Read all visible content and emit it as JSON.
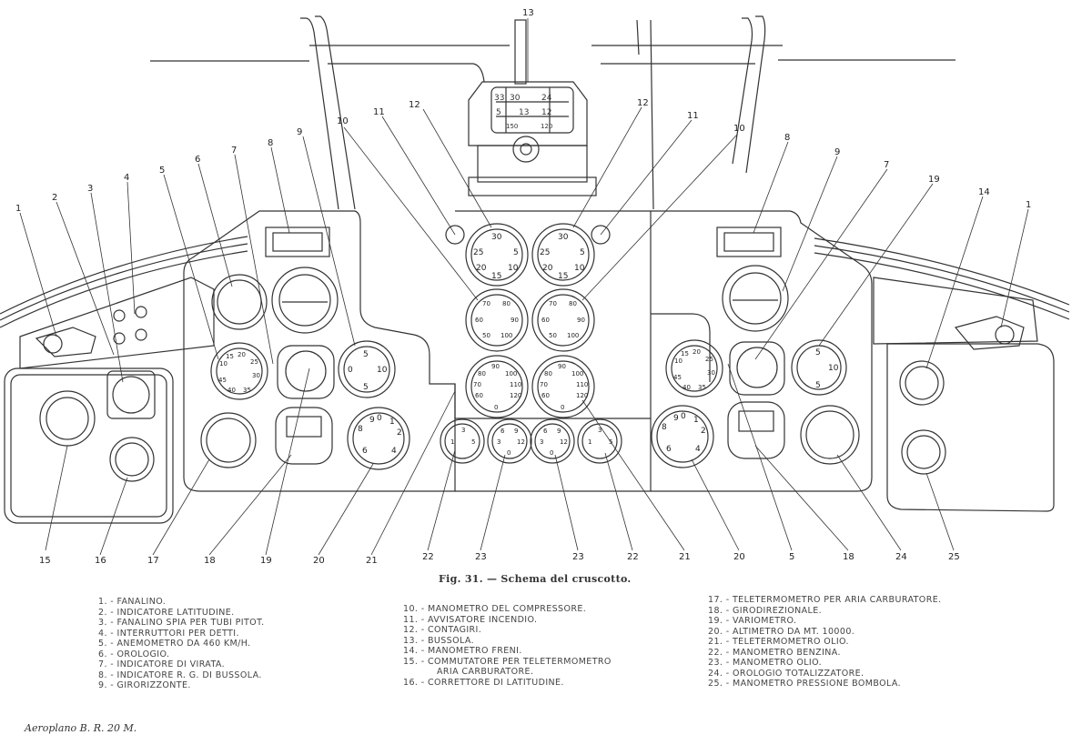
{
  "figure": {
    "caption": "Fig. 31. — Schema del cruscotto.",
    "footer": "Aeroplano B. R. 20 M."
  },
  "compass_labels": {
    "top": [
      "33",
      "30",
      "24"
    ],
    "mid": [
      "5",
      "13",
      "12"
    ],
    "low": [
      "150",
      "120"
    ]
  },
  "callouts": [
    "13",
    "12",
    "11",
    "10",
    "9",
    "8",
    "7",
    "6",
    "5",
    "4",
    "3",
    "2",
    "1",
    "12",
    "11",
    "10",
    "8",
    "9",
    "7",
    "19",
    "14",
    "1",
    "15",
    "16",
    "17",
    "18",
    "19",
    "20",
    "21",
    "22",
    "23",
    "23",
    "22",
    "21",
    "20",
    "5",
    "18",
    "24",
    "25"
  ],
  "gauge_numbers": {
    "tach_left": [
      "30",
      "25",
      "5",
      "20",
      "10",
      "15"
    ],
    "tach_right": [
      "30",
      "25",
      "5",
      "20",
      "10",
      "15"
    ],
    "comp_left": [
      "70",
      "80",
      "60",
      "90",
      "50",
      "100"
    ],
    "comp_right": [
      "70",
      "80",
      "60",
      "90",
      "50",
      "100"
    ],
    "oil_left": [
      "90",
      "80",
      "100",
      "70",
      "110",
      "60",
      "120",
      "0"
    ],
    "oil_right": [
      "90",
      "80",
      "100",
      "70",
      "110",
      "60",
      "120",
      "0"
    ],
    "fuel1": [
      "1",
      "3",
      "5"
    ],
    "oil_p1": [
      "6",
      "9",
      "3",
      "12",
      "0"
    ],
    "oil_p2": [
      "6",
      "9",
      "3",
      "12",
      "0"
    ],
    "fuel2": [
      "1",
      "3",
      "5"
    ],
    "asi_left": [
      "15",
      "10",
      "20",
      "25",
      "45",
      "30",
      "40",
      "35"
    ],
    "asi_right": [
      "15",
      "10",
      "20",
      "25",
      "45",
      "30",
      "40",
      "35"
    ],
    "vario_left": [
      "5",
      "10",
      "5",
      "0"
    ],
    "vario_right": [
      "5",
      "10",
      "5"
    ],
    "alt_left": [
      "9",
      "0",
      "1",
      "8",
      "2",
      "6",
      "4"
    ],
    "alt_right": [
      "9",
      "0",
      "1",
      "8",
      "2",
      "6",
      "4"
    ]
  },
  "legend": {
    "col1": [
      "1. - FANALINO.",
      "2. - INDICATORE LATITUDINE.",
      "3. - FANALINO SPIA PER TUBI PITOT.",
      "4. - INTERRUTTORI PER DETTI.",
      "5. - ANEMOMETRO DA 460 KM/H.",
      "6. - OROLOGIO.",
      "7. - INDICATORE DI VIRATA.",
      "8. - INDICATORE R. G. DI BUSSOLA.",
      "9. - GIRORIZZONTE."
    ],
    "col2": [
      "10. - MANOMETRO DEL COMPRESSORE.",
      "11. - AVVISATORE INCENDIO.",
      "12. - CONTAGIRI.",
      "13. - BUSSOLA.",
      "14. - MANOMETRO FRENI.",
      "15. - COMMUTATORE PER TELETERMOMETRO",
      "ARIA CARBURATORE.",
      "16. - CORRETTORE DI LATITUDINE."
    ],
    "col3": [
      "17. - TELETERMOMETRO PER ARIA CARBURATORE.",
      "18. - GIRODIREZIONALE.",
      "19. - VARIOMETRO.",
      "20. - ALTIMETRO DA MT. 10000.",
      "21. - TELETERMOMETRO OLIO.",
      "22. - MANOMETRO BENZINA.",
      "23. - MANOMETRO OLIO.",
      "24. - OROLOGIO TOTALIZZATORE.",
      "25. - MANOMETRO PRESSIONE BOMBOLA."
    ]
  },
  "colors": {
    "ink": "#2b2b2b",
    "paper": "#ffffff",
    "text": "#444444"
  }
}
